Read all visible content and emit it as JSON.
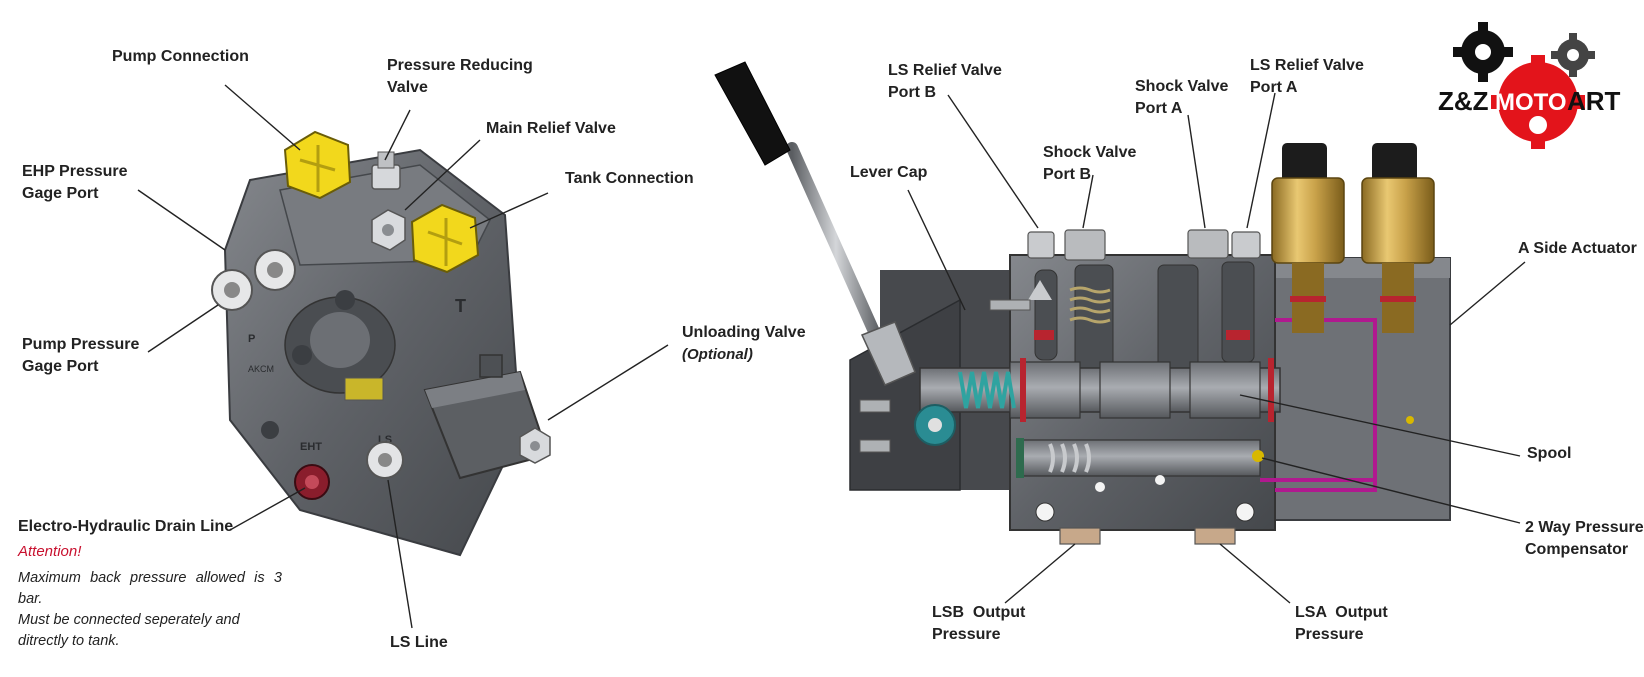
{
  "left_labels": {
    "pump_connection": "Pump Connection",
    "pressure_reducing_valve": [
      "Pressure Reducing",
      "Valve"
    ],
    "main_relief_valve": "Main Relief Valve",
    "ehp_pressure_gage_port": [
      "EHP Pressure",
      "Gage Port"
    ],
    "tank_connection": "Tank Connection",
    "pump_pressure_gage_port": [
      "Pump Pressure",
      "Gage Port"
    ],
    "unloading_valve": "Unloading Valve",
    "unloading_valve_note": "(Optional)",
    "electro_hydraulic_drain_line": "Electro-Hydraulic Drain Line",
    "ls_line": "LS Line"
  },
  "attention": {
    "title": "Attention!",
    "text": [
      "Maximum back pressure allowed is 3 bar.",
      "Must be connected seperately and",
      "ditrectly to tank."
    ]
  },
  "valve_markings": {
    "port_t": "T",
    "port_p": "P",
    "brand": "AKCM",
    "ls_mark": "LS",
    "eht_mark": "EHT"
  },
  "right_labels": {
    "ls_relief_valve_port_b": [
      "LS Relief Valve",
      "Port B"
    ],
    "shock_valve_port_b": [
      "Shock Valve",
      "Port B"
    ],
    "shock_valve_port_a": [
      "Shock Valve",
      "Port A"
    ],
    "ls_relief_valve_port_a": [
      "LS Relief Valve",
      "Port A"
    ],
    "lever_cap": "Lever Cap",
    "a_side_actuator": "A Side Actuator",
    "spool": "Spool",
    "two_way_pressure_compensator": [
      "2 Way Pressure",
      "Compensator"
    ],
    "lsb_output_pressure": [
      "LSB  Output",
      "Pressure"
    ],
    "lsa_output_pressure": [
      "LSA  Output",
      "Pressure"
    ]
  },
  "logo": {
    "left": "Z&Z",
    "middle": "MOTO",
    "right": "ART"
  },
  "colors": {
    "body_gray": "#5c5f63",
    "body_light": "#7d8085",
    "plug_yellow": "#f2d81c",
    "attention_red": "#c8102e",
    "logo_red": "#e3141b",
    "solenoid_brass": "#c9a24a",
    "channel_magenta": "#b0198f",
    "spring_teal": "#2fa3a0"
  }
}
